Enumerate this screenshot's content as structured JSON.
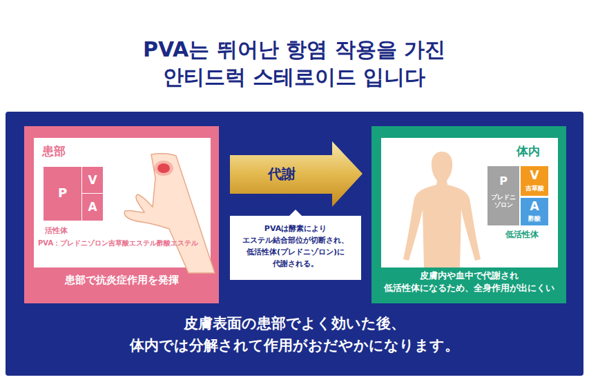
{
  "diagram": {
    "title": "PVA는 뛰어난 항염 작용을 가진 안티드럭 스테로이드 입니다",
    "nodes": [
      {
        "text": [
          "皮膚表面の患部でよく効いた後、 体内では分解されて作用がおだやかになります。"
        ]
      },
      {
        "text": [
          "患部で抗炎症作用を発揮"
        ],
        "in": 0
      },
      {
        "text": [
          "患部",
          "活性体",
          "PVA：プレドニゾロン吉草酸エステル酢酸エステル"
        ],
        "in": 1
      },
      {
        "text": [
          "P"
        ],
        "in": 2
      },
      {
        "text": [
          "V"
        ],
        "in": 2
      },
      {
        "text": [
          "A"
        ],
        "in": 2
      },
      {
        "text": [
          "代謝"
        ],
        "in": 0
      },
      {
        "text": [
          "PVAは酵素により エステル結合部位が切断され、 低活性体(プレドニゾロン)に 代謝される。"
        ],
        "in": 0
      },
      {
        "text": [
          "皮膚内や血中で代謝され 低活性体になるため、全身作用が出にくい"
        ],
        "in": 0
      },
      {
        "text": [
          "体内",
          "低活性体"
        ],
        "in": 8
      },
      {
        "text": [
          "P",
          "プレドニ ゾロン"
        ],
        "in": 9
      },
      {
        "text": [
          "V",
          "吉草酸"
        ],
        "in": 9
      },
      {
        "text": [
          "A",
          "酢酸"
        ],
        "in": 9
      }
    ]
  }
}
